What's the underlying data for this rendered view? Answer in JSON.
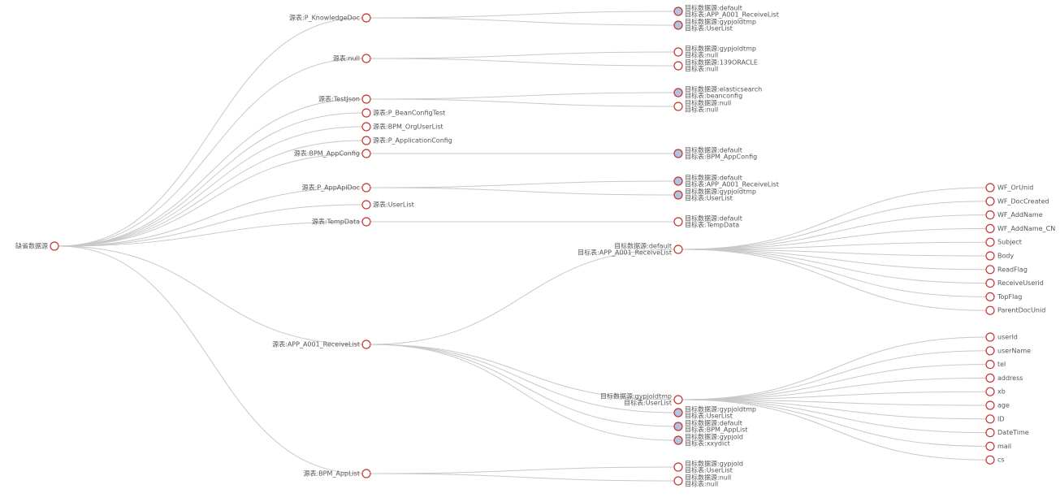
{
  "diagram": {
    "type": "tree",
    "orientation": "left-to-right",
    "root": {
      "name": "缺省数据源",
      "children": [
        {
          "name": "源表:P_KnowledgeDoc",
          "children": [
            {
              "lines": [
                "目标数据源:default",
                "目标表:APP_A001_ReceiveList"
              ],
              "collapsed": true
            },
            {
              "lines": [
                "目标数据源:gypjoldtmp",
                "目标表:UserList"
              ],
              "collapsed": true
            }
          ]
        },
        {
          "name": "源表:null",
          "children": [
            {
              "lines": [
                "目标数据源:gypjoldtmp",
                "目标表:null"
              ],
              "collapsed": false
            },
            {
              "lines": [
                "目标数据源:139ORACLE",
                "目标表:null"
              ],
              "collapsed": false
            }
          ]
        },
        {
          "name": "源表:TestJson",
          "children": [
            {
              "lines": [
                "目标数据源:elasticsearch",
                "目标表:beanconfig"
              ],
              "collapsed": true
            },
            {
              "lines": [
                "目标数据源:null",
                "目标表:null"
              ],
              "collapsed": false
            }
          ]
        },
        {
          "name": "源表:P_BeanConfigTest",
          "children": []
        },
        {
          "name": "源表:BPM_OrgUserList",
          "children": []
        },
        {
          "name": "源表:P_ApplicationConfig",
          "children": []
        },
        {
          "name": "源表:BPM_AppConfig",
          "children": [
            {
              "lines": [
                "目标数据源:default",
                "目标表:BPM_AppConfig"
              ],
              "collapsed": true
            }
          ]
        },
        {
          "name": "源表:P_AppApiDoc",
          "children": [
            {
              "lines": [
                "目标数据源:default",
                "目标表:APP_A001_ReceiveList"
              ],
              "collapsed": true
            },
            {
              "lines": [
                "目标数据源:gypjoldtmp",
                "目标表:UserList"
              ],
              "collapsed": true
            }
          ]
        },
        {
          "name": "源表:UserList",
          "children": []
        },
        {
          "name": "源表:TempData",
          "children": [
            {
              "lines": [
                "目标数据源:default",
                "目标表:TempData"
              ],
              "collapsed": false
            }
          ]
        },
        {
          "name": "源表:APP_A001_ReceiveList",
          "children": [
            {
              "lines": [
                "目标数据源:default",
                "目标表:APP_A001_ReceiveList"
              ],
              "collapsed": false,
              "fields": [
                "WF_OrUnid",
                "WF_DocCreated",
                "WF_AddName",
                "WF_AddName_CN",
                "Subject",
                "Body",
                "ReadFlag",
                "ReceiveUserid",
                "TopFlag",
                "ParentDocUnid"
              ]
            },
            {
              "lines": [
                "目标数据源:gypjoldtmp",
                "目标表:UserList"
              ],
              "collapsed": false,
              "fields": [
                "userId",
                "userName",
                "tel",
                "address",
                "xb",
                "age",
                "ID",
                "DateTime",
                "mail",
                "cs"
              ]
            },
            {
              "lines": [
                "目标数据源:gypjoldtmp",
                "目标表:UserList"
              ],
              "collapsed": true
            },
            {
              "lines": [
                "目标数据源:default",
                "目标表:BPM_AppList"
              ],
              "collapsed": true
            },
            {
              "lines": [
                "目标数据源:gypjold",
                "目标表:xxydict"
              ],
              "collapsed": true
            }
          ]
        },
        {
          "name": "源表:BPM_AppList",
          "children": [
            {
              "lines": [
                "目标数据源:gypjold",
                "目标表:UserList"
              ],
              "collapsed": false
            },
            {
              "lines": [
                "目标数据源:null",
                "目标表:null"
              ],
              "collapsed": false
            }
          ]
        }
      ]
    }
  }
}
